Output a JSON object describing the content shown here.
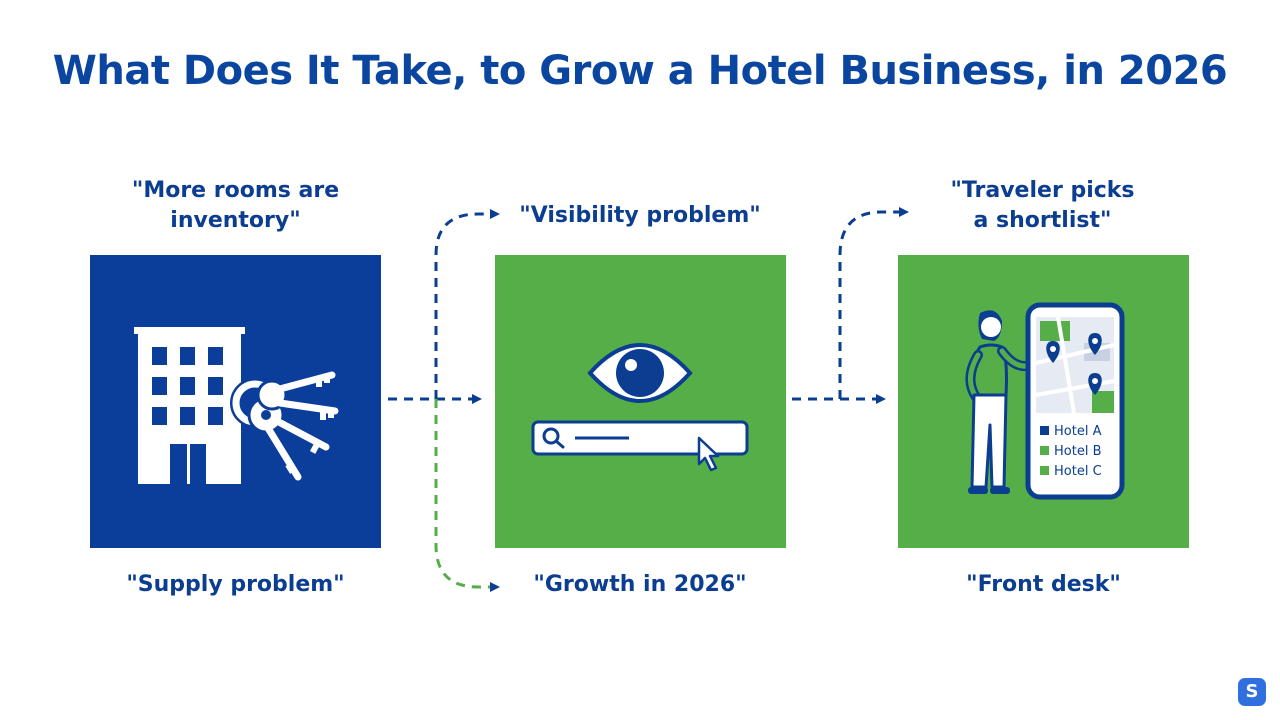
{
  "title": "What Does It Take, to Grow a Hotel Business, in 2026",
  "stages": [
    {
      "top_caption": "\"More rooms are\ninventory\"",
      "bottom_caption": "\"Supply problem\"",
      "icon": "hotel-with-keys-icon",
      "color": "#0b3e9a"
    },
    {
      "top_caption": "\"Visibility problem\"",
      "bottom_caption": "\"Growth in 2026\"",
      "icon": "eye-and-search-icon",
      "color": "#55ae48"
    },
    {
      "top_caption": "\"Traveler picks\na shortlist\"",
      "bottom_caption": "\"Front desk\"",
      "icon": "traveler-phone-map-icon",
      "color": "#55ae48",
      "hotels": [
        "Hotel A",
        "Hotel B",
        "Hotel C"
      ]
    }
  ],
  "colors": {
    "blue": "#0b3e9a",
    "green": "#55ae48",
    "title": "#0a46a0"
  },
  "logo_icon": "brand-s-icon"
}
